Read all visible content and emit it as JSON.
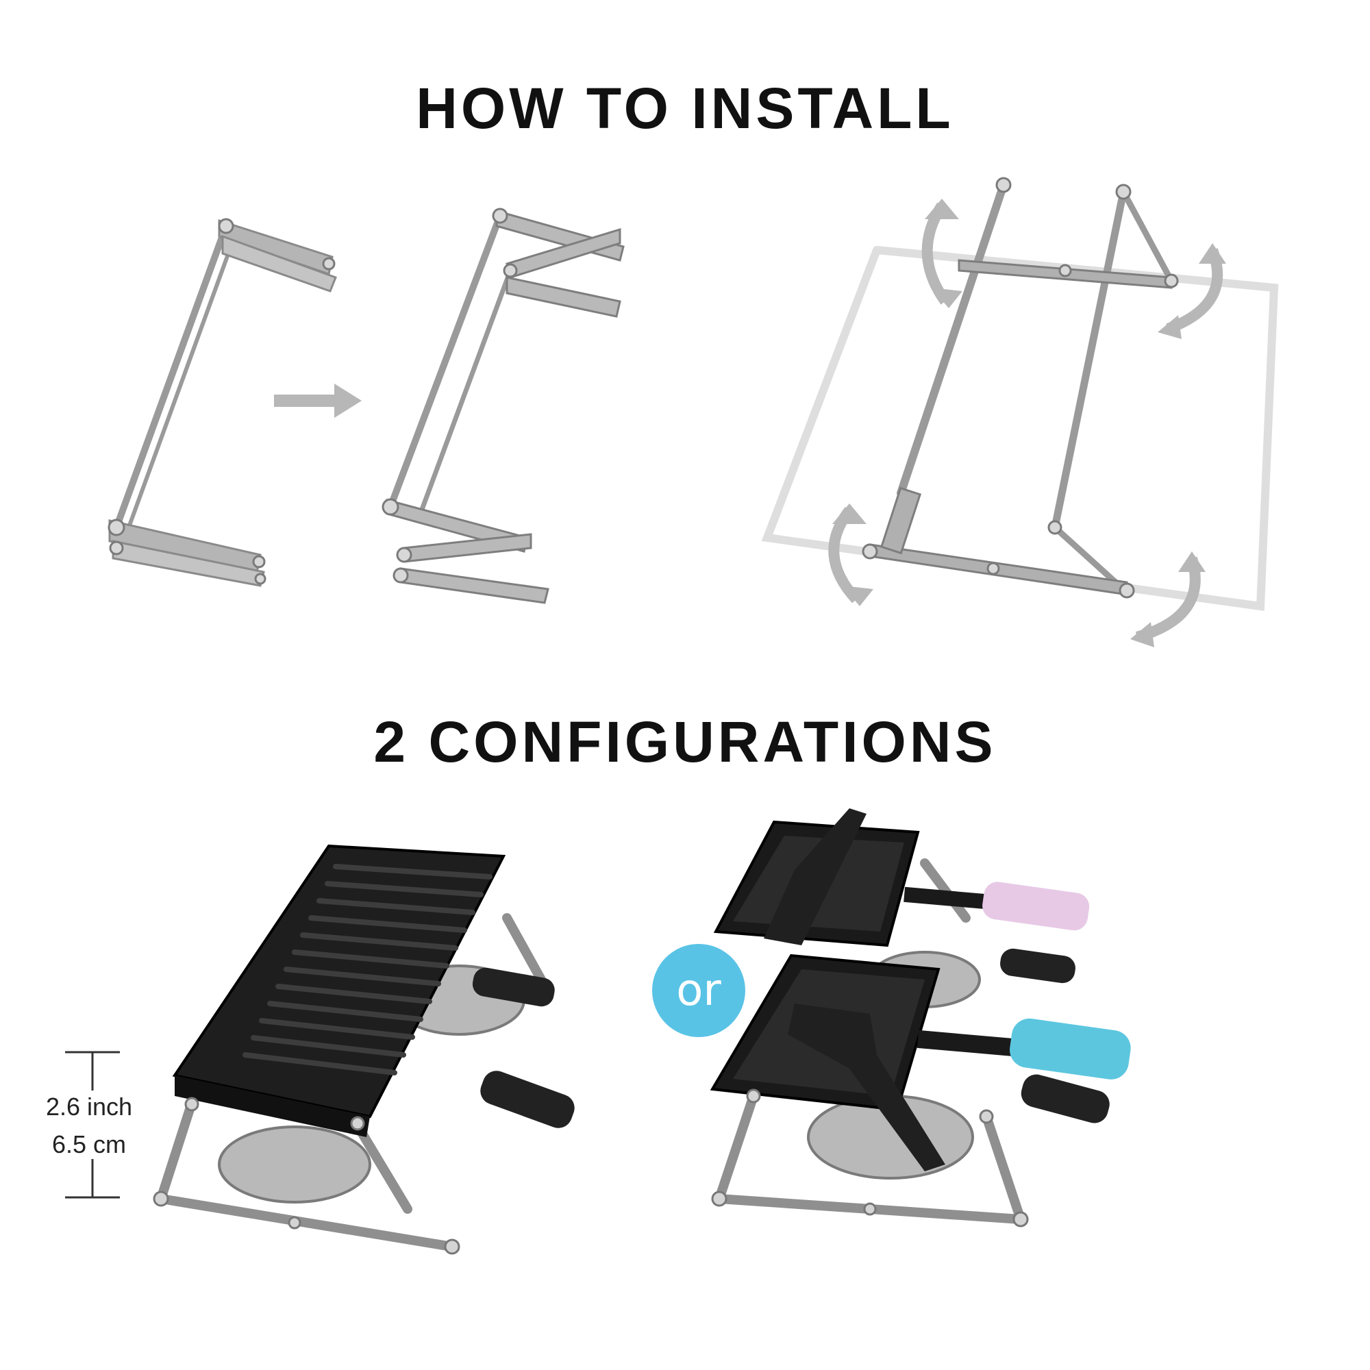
{
  "section_install": {
    "title": "HOW TO INSTALL"
  },
  "section_config": {
    "title": "2 CONFIGURATIONS"
  },
  "dimension": {
    "inch": "2.6 inch",
    "cm": "6.5 cm"
  },
  "separator": {
    "label": "or"
  },
  "colors": {
    "metal": "#9a9a9a",
    "metal_dark": "#6e6e6e",
    "metal_ghost": "#dcdcdc",
    "arrow": "#b7b7b7",
    "grill": "#1e1e1e",
    "badge": "#59c3e6",
    "handle_pink": "#e7c9e6",
    "handle_blue": "#5cc6df"
  },
  "icons": [
    "right-arrow-icon",
    "rotate-arrow-icon",
    "dimension-bracket-icon"
  ]
}
